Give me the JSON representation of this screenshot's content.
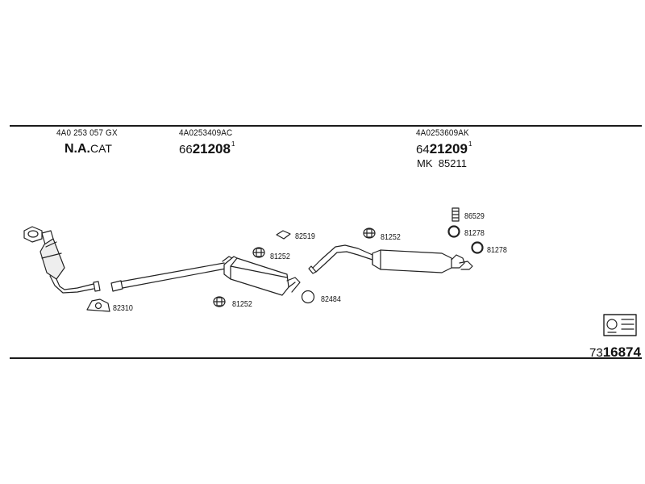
{
  "header": {
    "col1": {
      "oe_number": "4A0 253 057 GX",
      "cat_bold": "N.A.",
      "cat_suffix": "CAT"
    },
    "col2": {
      "oe_number": "4A0253409AC",
      "part_prefix": "66",
      "part_main": "21208",
      "part_mark": "1"
    },
    "col3": {
      "oe_number": "4A0253609AK",
      "part_prefix": "64",
      "part_main": "21209",
      "part_mark": "1",
      "mk_prefix": "MK",
      "mk_number": "85211"
    }
  },
  "parts": {
    "p82310": "82310",
    "p82519": "82519",
    "p81252_a": "81252",
    "p81252_b": "81252",
    "p81252_c": "81252",
    "p82484": "82484",
    "p86529": "86529",
    "p81278_a": "81278",
    "p81278_b": "81278"
  },
  "footer": {
    "code_prefix": "73",
    "code_main": "16874"
  },
  "icons": [
    "catalytic-converter-icon",
    "front-pipe-icon",
    "middle-silencer-icon",
    "rear-silencer-icon",
    "flange-gasket-icon",
    "rubber-hanger-icon",
    "o-ring-icon",
    "clamp-icon",
    "mounting-kit-icon"
  ]
}
